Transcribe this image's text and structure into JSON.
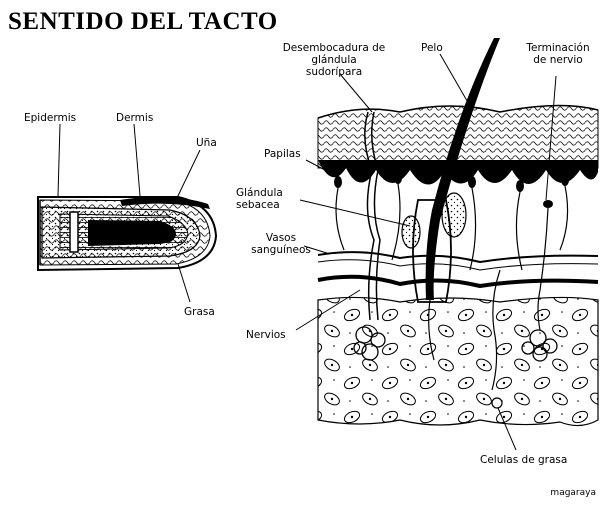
{
  "title": "SENTIDO DEL TACTO",
  "labels": {
    "epidermis": "Epidermis",
    "dermis": "Dermis",
    "una": "Uña",
    "grasa": "Grasa",
    "desembocadura_1": "Desembocadura de",
    "desembocadura_2": "glándula",
    "desembocadura_3": "sudorípara",
    "pelo": "Pelo",
    "terminacion_1": "Terminación",
    "terminacion_2": "de nervio",
    "papilas": "Papilas",
    "glandula_1": "Glándula",
    "glandula_2": "sebacea",
    "vasos_1": "Vasos",
    "vasos_2": "sanguíneos",
    "nervios": "Nervios",
    "celulas": "Celulas de grasa"
  },
  "signature": "magaraya"
}
